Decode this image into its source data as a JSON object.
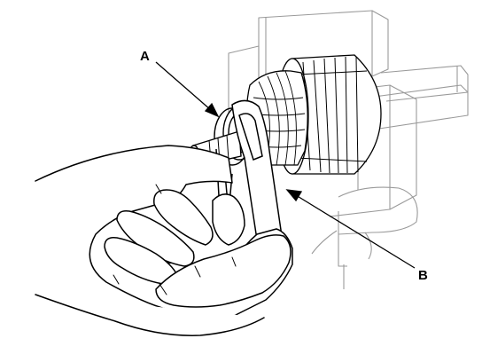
{
  "callouts": [
    {
      "id": "A",
      "label": "A"
    },
    {
      "id": "B",
      "label": "B"
    }
  ],
  "colors": {
    "ink": "#000000",
    "ghost_ink": "#9a9a9a",
    "paper": "#ffffff"
  }
}
